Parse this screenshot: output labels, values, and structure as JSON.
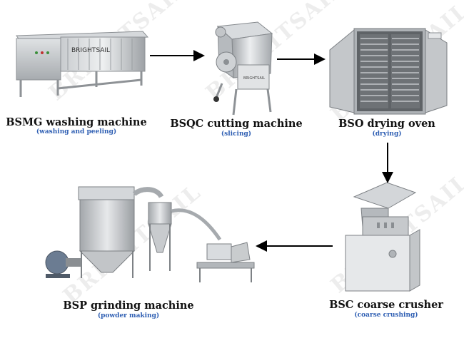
{
  "watermark_text": "BRIGHTSAIL",
  "machines": [
    {
      "title": "BSMG washing machine",
      "subtitle": "(washing and peeling)",
      "brand_plate": "BRIGHTSAIL"
    },
    {
      "title": "BSQC cutting machine",
      "subtitle": "(slicing)",
      "brand_plate": "BRIGHTSAIL"
    },
    {
      "title": "BSO drying oven",
      "subtitle": "(drying)"
    },
    {
      "title": "BSC coarse crusher",
      "subtitle": "(coarse crushing)"
    },
    {
      "title": "BSP grinding machine",
      "subtitle": "(powder making)"
    }
  ],
  "colors": {
    "title": "#111111",
    "subtitle": "#2f5fb3",
    "arrow": "#000000",
    "steel": "#b9bcbf"
  }
}
